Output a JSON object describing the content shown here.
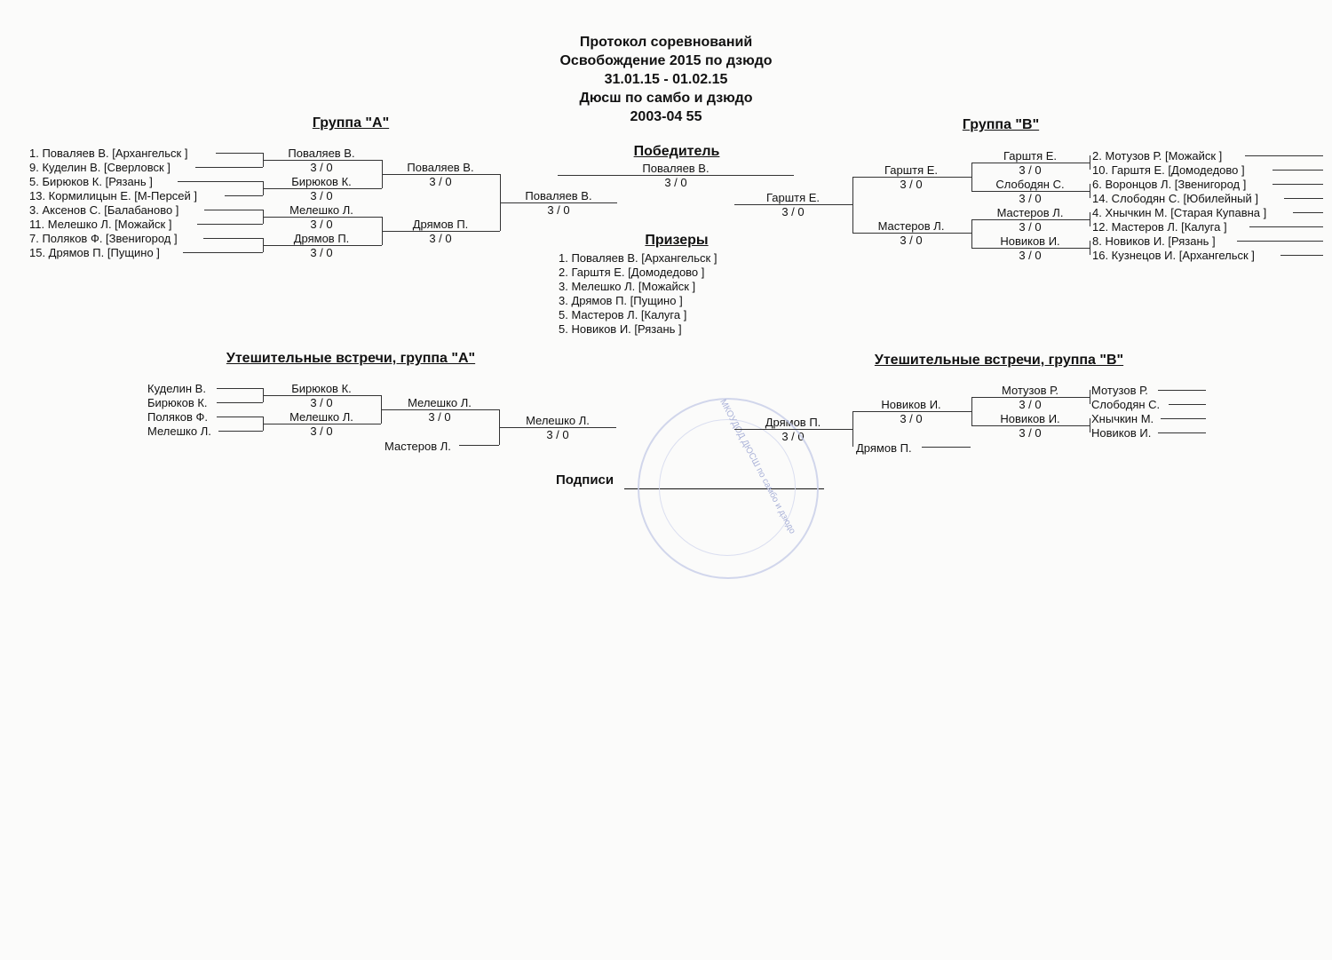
{
  "header": [
    "Протокол соревнований",
    "Освобождение 2015 по дзюдо",
    "31.01.15 - 01.02.15",
    "Дюсш по самбо и дзюдо",
    "2003-04 55"
  ],
  "group_a_title": "Группа  \"А\"",
  "group_b_title": "Группа  \"В\"",
  "group_a": {
    "r1": [
      "1. Поваляев В.  [Архангельск   ]",
      "9. Куделин В.  [Сверловск   ]",
      "5. Бирюков К.  [Рязань   ]",
      "13. Кормилицын Е.  [М-Персей   ]",
      "3. Аксенов С.  [Балабаново   ]",
      "11. Мелешко Л.  [Можайск   ]",
      "7. Поляков Ф.  [Звенигород   ]",
      "15. Дрямов П.  [Пущино   ]"
    ],
    "r2": [
      {
        "name": "Поваляев В.",
        "score": "3  /  0"
      },
      {
        "name": "Бирюков К.",
        "score": "3  /  0"
      },
      {
        "name": "Мелешко Л.",
        "score": "3  /  0"
      },
      {
        "name": "Дрямов П.",
        "score": "3  /  0"
      }
    ],
    "r3": [
      {
        "name": "Поваляев В.",
        "score": "3  /  0"
      },
      {
        "name": "Дрямов П.",
        "score": "3  /  0"
      }
    ],
    "r4": {
      "name": "Поваляев В.",
      "score": "3  /  0"
    }
  },
  "group_b": {
    "r1": [
      "2. Мотузов Р.  [Можайск   ]",
      "10. Гарштя Е.  [Домодедово   ]",
      "6. Воронцов Л.  [Звенигород   ]",
      "14. Слободян С.  [Юбилейный   ]",
      "4. Хнычкин М.  [Старая Купавна   ]",
      "12. Мастеров Л.  [Калуга   ]",
      "8. Новиков И.  [Рязань   ]",
      "16. Кузнецов И.  [Архангельск   ]"
    ],
    "r2": [
      {
        "name": "Гарштя Е.",
        "score": "3  /  0"
      },
      {
        "name": "Слободян С.",
        "score": "3  /  0"
      },
      {
        "name": "Мастеров Л.",
        "score": "3  /  0"
      },
      {
        "name": "Новиков И.",
        "score": "3  /  0"
      }
    ],
    "r3": [
      {
        "name": "Гарштя Е.",
        "score": "3  /  0"
      },
      {
        "name": "Мастеров Л.",
        "score": "3  /  0"
      }
    ],
    "r4": {
      "name": "Гарштя Е.",
      "score": "3  /  0"
    }
  },
  "winner": {
    "title": "Победитель",
    "name": "Поваляев В.",
    "score": "3  /  0"
  },
  "prizes": {
    "title": "Призеры",
    "items": [
      "1. Поваляев В.    [Архангельск   ]",
      "2. Гарштя Е.    [Домодедово   ]",
      "3. Мелешко Л.    [Можайск   ]",
      "3. Дрямов П.    [Пущино   ]",
      "5. Мастеров Л.    [Калуга   ]",
      "5. Новиков И.    [Рязань   ]"
    ]
  },
  "cons_a": {
    "title": "Утешительные встречи, группа \"А\"",
    "r1": [
      "Куделин В.",
      "Бирюков К.",
      "Поляков Ф.",
      "Мелешко Л."
    ],
    "r2": [
      {
        "name": "Бирюков К.",
        "score": "3  /  0"
      },
      {
        "name": "Мелешко Л.",
        "score": "3  /  0"
      }
    ],
    "r3": {
      "name": "Мелешко Л.",
      "score": "3  /  0"
    },
    "bye": "Мастеров Л.",
    "final": {
      "name": "Мелешко Л.",
      "score": "3  /  0"
    }
  },
  "cons_b": {
    "title": "Утешительные встречи, группа \"В\"",
    "r1": [
      "Мотузов Р.",
      "Слободян С.",
      "Хнычкин М.",
      "Новиков И."
    ],
    "r2": [
      {
        "name": "Мотузов Р.",
        "score": "3  /  0"
      },
      {
        "name": "Новиков И.",
        "score": "3  /  0"
      }
    ],
    "r3": {
      "name": "Новиков И.",
      "score": "3  /  0"
    },
    "bye": "Дрямов П.",
    "final": {
      "name": "Дрямов П.",
      "score": "3  /  0"
    }
  },
  "signature": "Подписи",
  "stamp_text": "МКОУДОД ДЮСШ по самбо и дзюдо"
}
